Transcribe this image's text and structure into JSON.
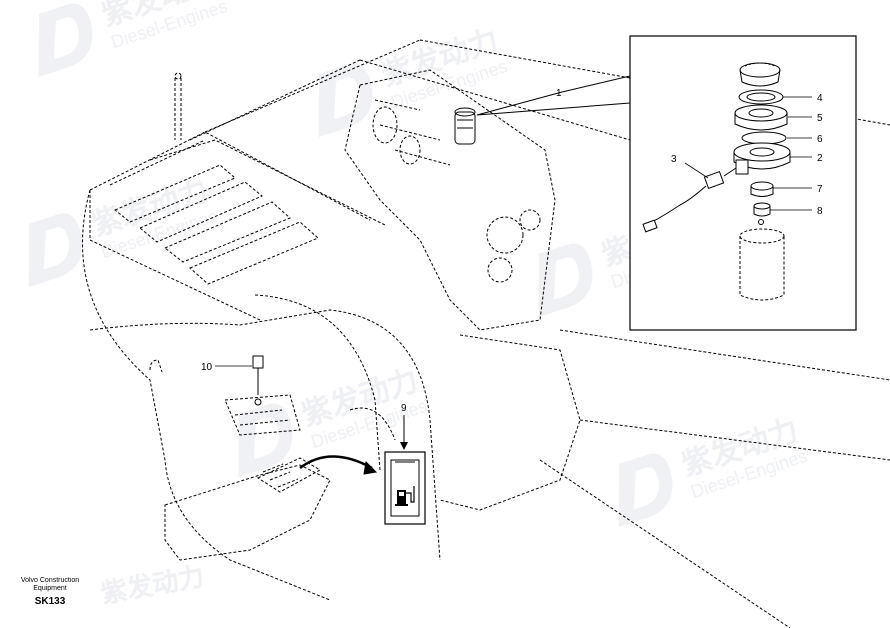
{
  "diagram": {
    "callouts": [
      "1",
      "2",
      "3",
      "4",
      "5",
      "6",
      "7",
      "8",
      "9",
      "10"
    ],
    "caption": {
      "company": "Volvo Construction Equipment",
      "code": "SK133"
    }
  },
  "watermark": {
    "brand_cn": "紫发动力",
    "brand_en": "Diesel-Engines",
    "color": "#d8dce4"
  }
}
